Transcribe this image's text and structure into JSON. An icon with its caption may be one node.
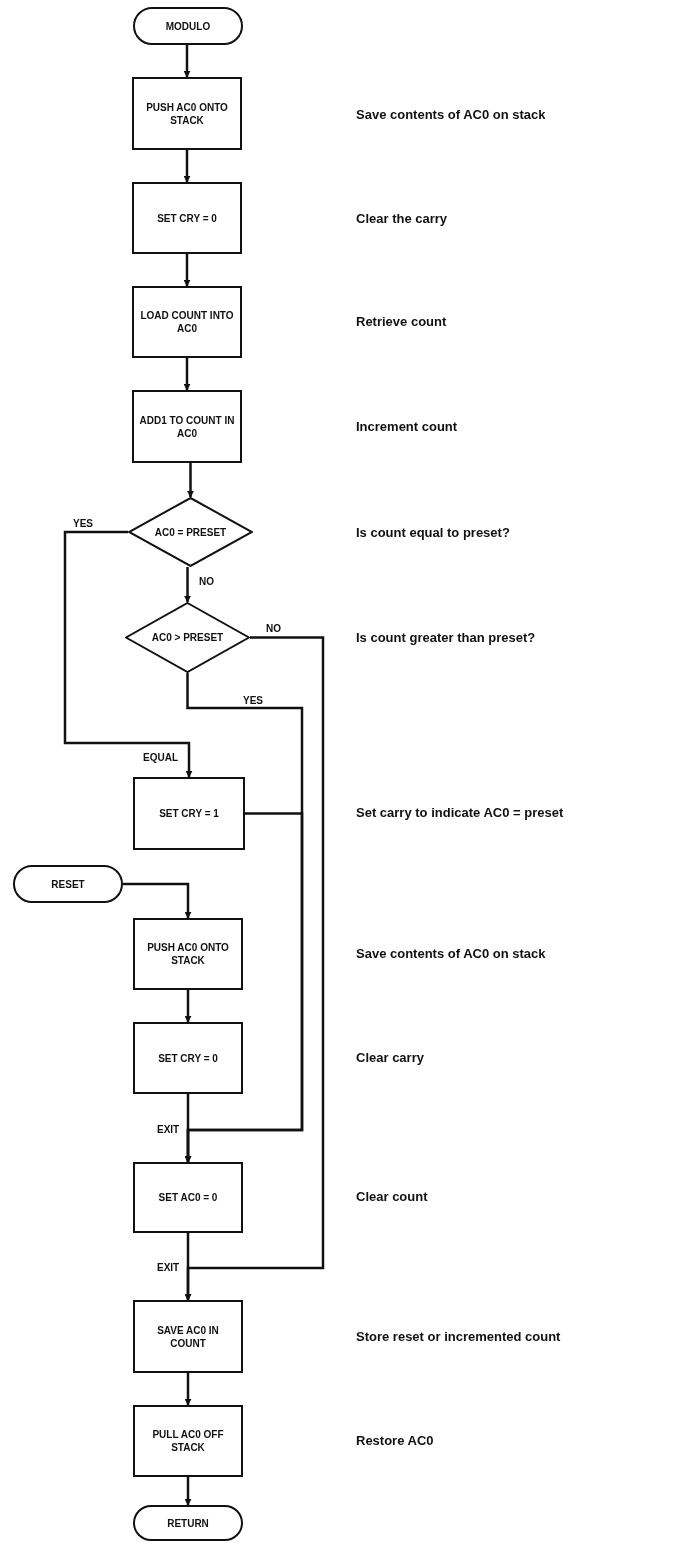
{
  "diagram": {
    "nodes": [
      {
        "text": [
          "MODULO"
        ]
      },
      {
        "text": [
          "PUSH AC0 ONTO STACK"
        ]
      },
      {
        "text": [
          "SET CRY = 0"
        ]
      },
      {
        "text": [
          "LOAD COUNT INTO AC0"
        ]
      },
      {
        "text": [
          "ADD1 TO COUNT IN AC0"
        ]
      },
      {
        "text": [
          "AC0 = PRESET"
        ]
      },
      {
        "text": [
          "AC0 > PRESET"
        ]
      },
      {
        "text": [
          "SET CRY = 1"
        ]
      },
      {
        "text": [
          "RESET"
        ]
      },
      {
        "text": [
          "PUSH AC0 ONTO STACK"
        ]
      },
      {
        "text": [
          "SET CRY = 0"
        ]
      },
      {
        "text": [
          "SET AC0 = 0"
        ]
      },
      {
        "text": [
          "SAVE AC0 IN COUNT"
        ]
      },
      {
        "text": [
          "PULL AC0 OFF STACK"
        ]
      },
      {
        "text": [
          "RETURN"
        ]
      }
    ],
    "edges": [
      {
        "from": 0,
        "to": 1,
        "arrow": "to"
      },
      {
        "from": 1,
        "to": 2,
        "arrow": "to"
      },
      {
        "from": 2,
        "to": 3,
        "arrow": "to"
      },
      {
        "from": 3,
        "to": 4,
        "arrow": "to"
      },
      {
        "from": 4,
        "to": 5,
        "arrow": "to"
      },
      {
        "from": 5,
        "to": 6,
        "arrow": "to",
        "label": "NO"
      },
      {
        "from": 5,
        "to": 7,
        "arrow": "to",
        "label": "YES"
      },
      {
        "from": 6,
        "to": 12,
        "arrow": "to",
        "label": "NO"
      },
      {
        "from": 6,
        "to": 11,
        "arrow": "to",
        "label": "YES"
      },
      {
        "from": 7,
        "to": 11,
        "arrow": "to"
      },
      {
        "from": 8,
        "to": 9,
        "arrow": "to"
      },
      {
        "from": 9,
        "to": 10,
        "arrow": "to"
      },
      {
        "from": 10,
        "to": 11,
        "arrow": "to"
      },
      {
        "from": 11,
        "to": 12,
        "arrow": "to"
      },
      {
        "from": 12,
        "to": 13,
        "arrow": "to"
      },
      {
        "from": 13,
        "to": 14,
        "arrow": "to"
      }
    ],
    "labels": [
      "Save contents of AC0 on stack",
      "Clear the carry",
      "Retrieve count",
      "Increment count",
      "Is count equal to preset?",
      "Is count greater than preset?",
      "EQUAL",
      "Set carry to indicate AC0 = preset",
      "Save contents of AC0 on stack",
      "Clear carry",
      "EXIT",
      "Clear count",
      "EXIT",
      "Store reset or incremented count",
      "Restore AC0"
    ]
  }
}
